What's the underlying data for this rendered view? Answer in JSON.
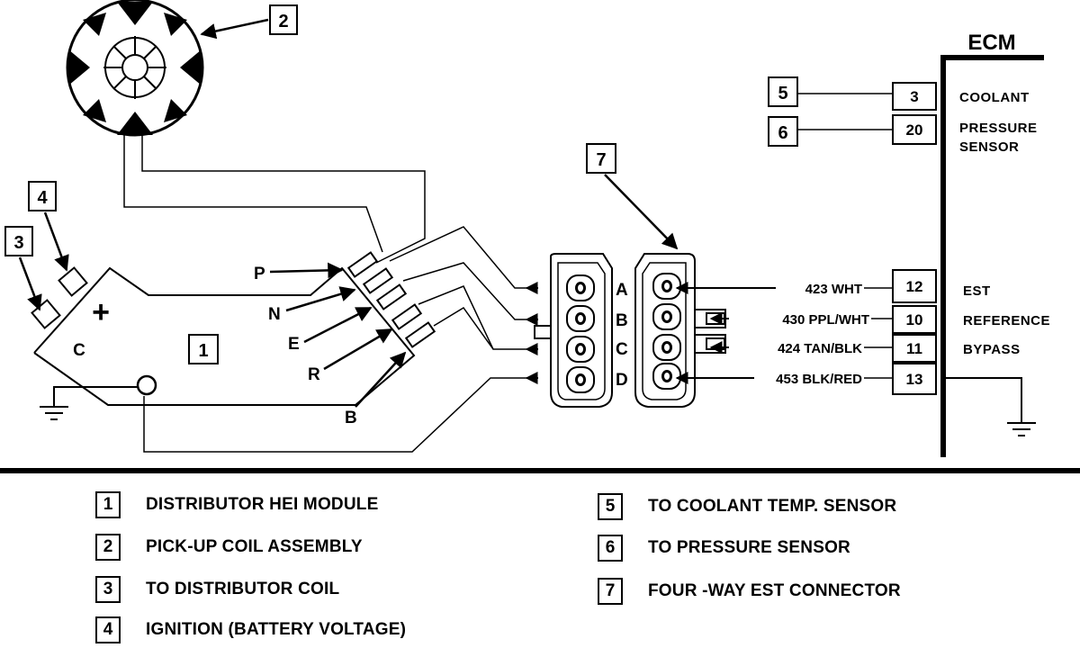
{
  "ecm": {
    "title": "ECM"
  },
  "callouts": [
    "1",
    "2",
    "3",
    "4",
    "5",
    "6",
    "7"
  ],
  "module": {
    "plus": "+",
    "c_label": "C"
  },
  "module_pins": [
    "P",
    "N",
    "E",
    "R",
    "B"
  ],
  "connector_pins": [
    "A",
    "B",
    "C",
    "D"
  ],
  "wires": [
    {
      "label": "423 WHT",
      "ecm_pin": "12",
      "ecm_label": "EST"
    },
    {
      "label": "430 PPL/WHT",
      "ecm_pin": "10",
      "ecm_label": "REFERENCE"
    },
    {
      "label": "424 TAN/BLK",
      "ecm_pin": "11",
      "ecm_label": "BYPASS"
    },
    {
      "label": "453 BLK/RED",
      "ecm_pin": "13",
      "ecm_label": ""
    }
  ],
  "ecm_inputs": [
    {
      "callout": "5",
      "ecm_pin": "3",
      "label_lines": [
        "COOLANT"
      ]
    },
    {
      "callout": "6",
      "ecm_pin": "20",
      "label_lines": [
        "PRESSURE",
        "SENSOR"
      ]
    }
  ],
  "legend": [
    {
      "num": "1",
      "text": "DISTRIBUTOR HEI  MODULE"
    },
    {
      "num": "2",
      "text": "PICK-UP COIL ASSEMBLY"
    },
    {
      "num": "3",
      "text": "TO DISTRIBUTOR COIL"
    },
    {
      "num": "4",
      "text": "IGNITION (BATTERY VOLTAGE)"
    },
    {
      "num": "5",
      "text": "TO COOLANT TEMP. SENSOR"
    },
    {
      "num": "6",
      "text": "TO PRESSURE SENSOR"
    },
    {
      "num": "7",
      "text": "FOUR -WAY EST CONNECTOR"
    }
  ]
}
